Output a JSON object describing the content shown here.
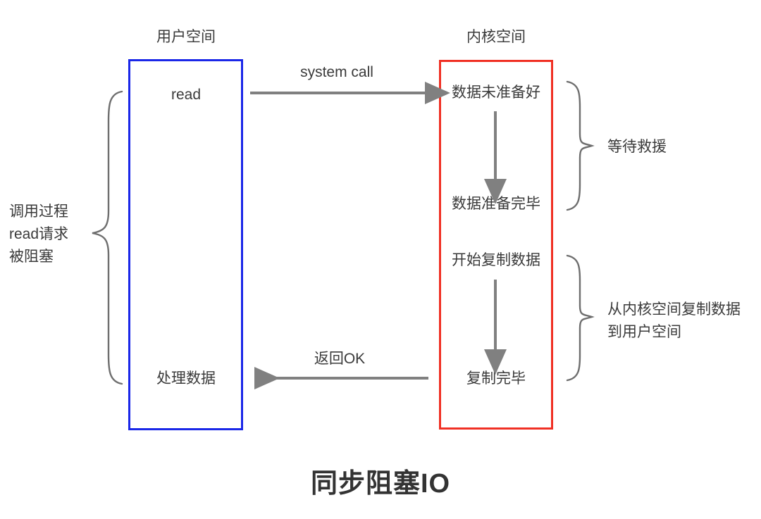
{
  "title": "同步阻塞IO",
  "colors": {
    "user_space_border": "#1a27e8",
    "kernel_space_border": "#f03024",
    "arrow": "#808080",
    "brace": "#6e6e6e",
    "text": "#3a3a3a",
    "title": "#333333",
    "background": "#ffffff"
  },
  "headers": {
    "user_space": "用户空间",
    "kernel_space": "内核空间"
  },
  "user_space": {
    "steps": [
      {
        "label": "read"
      },
      {
        "label": "处理数据"
      }
    ]
  },
  "kernel_space": {
    "steps": [
      {
        "label": "数据未准备好"
      },
      {
        "label": "数据准备完毕"
      },
      {
        "label": "开始复制数据"
      },
      {
        "label": "复制完毕"
      }
    ]
  },
  "arrows": {
    "system_call": "system call",
    "return_ok": "返回OK"
  },
  "annotations": {
    "left_brace": "调用过程\nread请求\n被阻塞",
    "wait_brace": "等待救援",
    "copy_brace": "从内核空间复制数据\n到用户空间"
  }
}
